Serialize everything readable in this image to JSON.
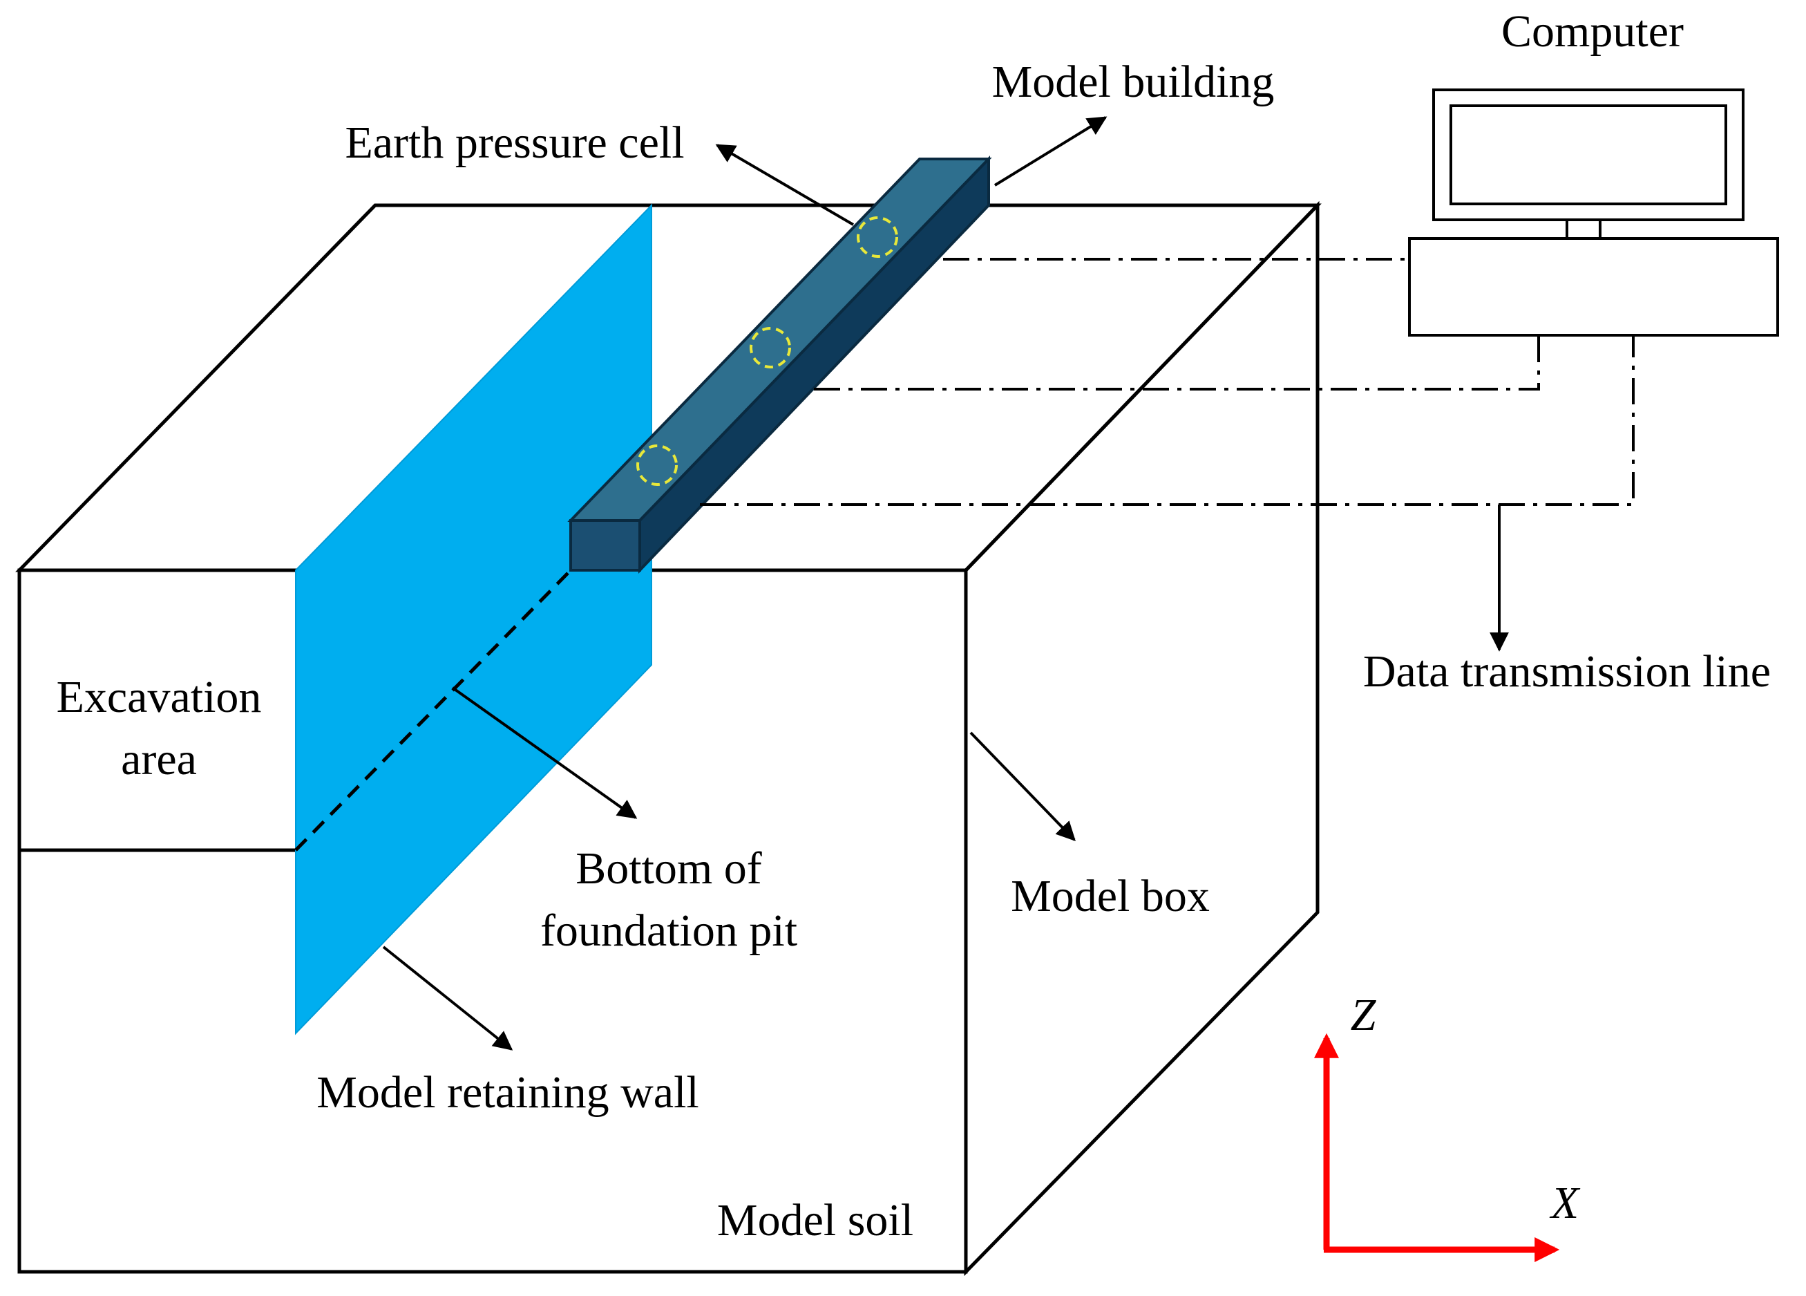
{
  "labels": {
    "computer": "Computer",
    "model_building": "Model building",
    "earth_pressure_cell": "Earth pressure cell",
    "data_transmission_line": "Data transmission line",
    "excavation_area_line1": "Excavation",
    "excavation_area_line2": "area",
    "bottom_pit_line1": "Bottom of",
    "bottom_pit_line2": "foundation pit",
    "model_box": "Model box",
    "model_retaining_wall": "Model retaining wall",
    "model_soil": "Model soil",
    "axis_z": "Z",
    "axis_x": "X"
  },
  "colors": {
    "retaining_wall": "#00AEEF",
    "building_top": "#2E6F8E",
    "building_front": "#1B4F72",
    "building_side": "#0E3A5A",
    "sensor": "#E8E83A",
    "axis": "#FF0000",
    "line": "#000000"
  }
}
